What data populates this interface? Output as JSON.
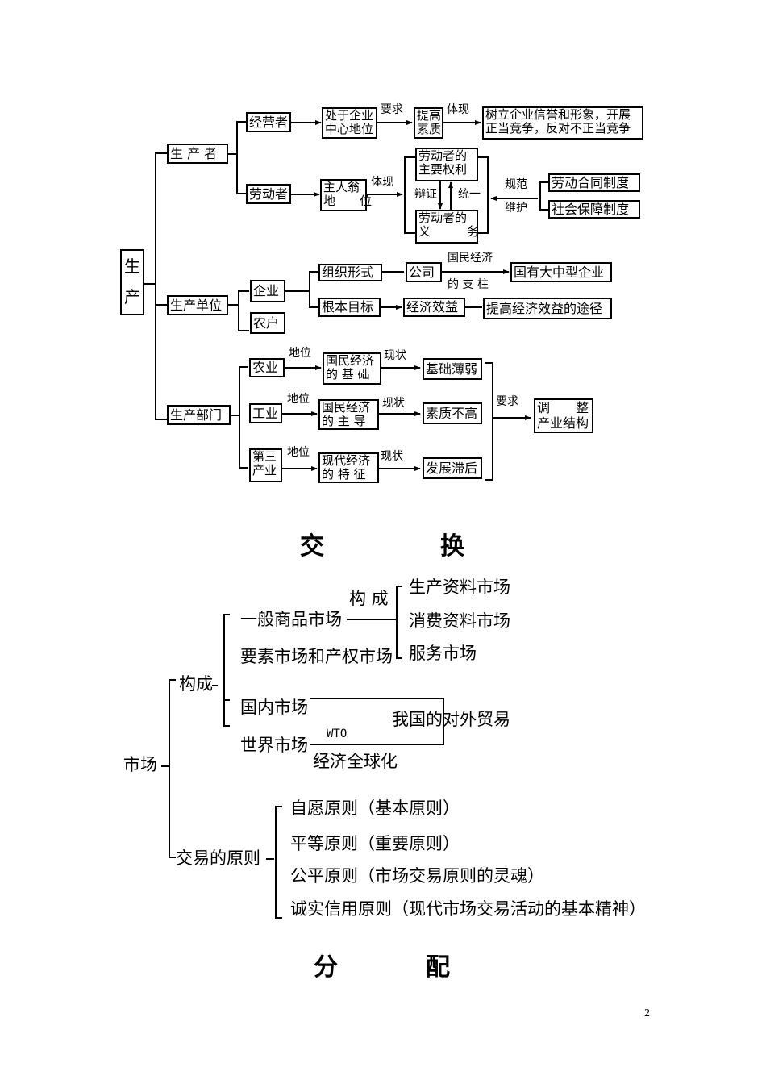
{
  "production": {
    "root": [
      "生",
      "产"
    ],
    "producer": {
      "label": "生 产 者",
      "manager": {
        "label": "经营者",
        "position": [
          "处于企业",
          "中心地位"
        ],
        "requires": "要求",
        "quality": [
          "提高",
          "素质"
        ],
        "embodies": "体现",
        "result": [
          "树立企业信誉和形象，开展",
          "正当竞争，反对不正当竞争"
        ]
      },
      "laborer": {
        "label": "劳动者",
        "position": [
          "主人翁",
          "地　　位"
        ],
        "embodies": "体现",
        "rights": [
          "劳动者的",
          "主要权利"
        ],
        "duties": [
          "劳动者的",
          "义　　　务"
        ],
        "dialectic": "辩证",
        "unity": "统一",
        "regulate": "规范",
        "protect": "维护",
        "systems": [
          "劳动合同制度",
          "社会保障制度"
        ]
      }
    },
    "unit": {
      "label": "生产单位",
      "enterprise": "企业",
      "household": "农户",
      "org_form": "组织形式",
      "company": "公司",
      "pillar_top": "国民经济",
      "pillar_bottom": "的 支 柱",
      "soe": "国有大中型企业",
      "goal": "根本目标",
      "benefit": "经济效益",
      "ways": "提高经济效益的途径"
    },
    "sector": {
      "label": "生产部门",
      "status": "地位",
      "current": "现状",
      "requires": "要求",
      "adjust": [
        "调　　整",
        "产业结构"
      ],
      "rows": [
        {
          "name": [
            "农业"
          ],
          "role": [
            "国民经济",
            "的 基 础"
          ],
          "state": "基础薄弱"
        },
        {
          "name": [
            "工业"
          ],
          "role": [
            "国民经济",
            "的 主 导"
          ],
          "state": "素质不高"
        },
        {
          "name": [
            "第三",
            "产业"
          ],
          "role": [
            "现代经济",
            "的 特 征"
          ],
          "state": "发展滞后"
        }
      ]
    }
  },
  "exchange": {
    "title": [
      "交",
      "换"
    ],
    "root": "市场",
    "composition": "构成",
    "general": "一般商品市场",
    "factor": "要素市场和产权市场",
    "consists": "构 成",
    "subs": [
      "生产资料市场",
      "消费资料市场",
      "服务市场"
    ],
    "domestic": "国内市场",
    "world": "世界市场",
    "wto": "WTO",
    "globalization": "经济全球化",
    "trade": "我国的对外贸易",
    "principles_label": "交易的原则",
    "principles": [
      "自愿原则（基本原则）",
      "平等原则（重要原则）",
      "公平原则（市场交易原则的灵魂）",
      "诚实信用原则（现代市场交易活动的基本精神）"
    ]
  },
  "distribution": {
    "title": [
      "分",
      "配"
    ]
  },
  "page_number": "2"
}
